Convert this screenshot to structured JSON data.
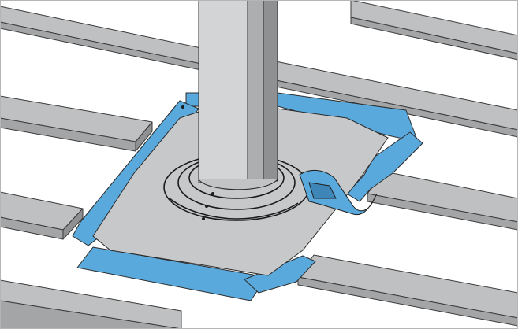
{
  "colors": {
    "background": "#ffffff",
    "batten_top": "#bfc0c1",
    "batten_front": "#a4a5a7",
    "batten_edge": "#3a3a3a",
    "flashing_base": "#c7c8c9",
    "tape_blue": "#5aa9dc",
    "tape_blue_dark": "#3f86b8",
    "pipe_light": "#d3d4d5",
    "pipe_shadow": "#8e9092",
    "line": "#1a1a1a"
  },
  "icons": [
    "roof-batten",
    "flashing-plate",
    "sealing-tape",
    "vent-pipe",
    "collar-ring"
  ]
}
